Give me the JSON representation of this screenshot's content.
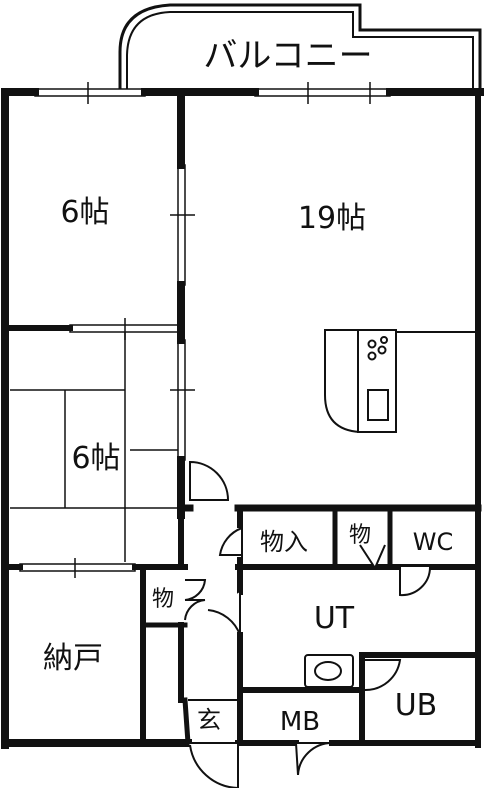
{
  "floorplan": {
    "balcony": "バルコニー",
    "rooms": {
      "western_top": "6帖",
      "living": "19帖",
      "japanese": "6帖",
      "nando": "納戸",
      "closet_large": "物入",
      "closet_small_top": "物",
      "closet_small_left": "物",
      "wc": "WC",
      "ut": "UT",
      "ub": "UB",
      "mb": "MB",
      "entrance": "玄"
    }
  }
}
